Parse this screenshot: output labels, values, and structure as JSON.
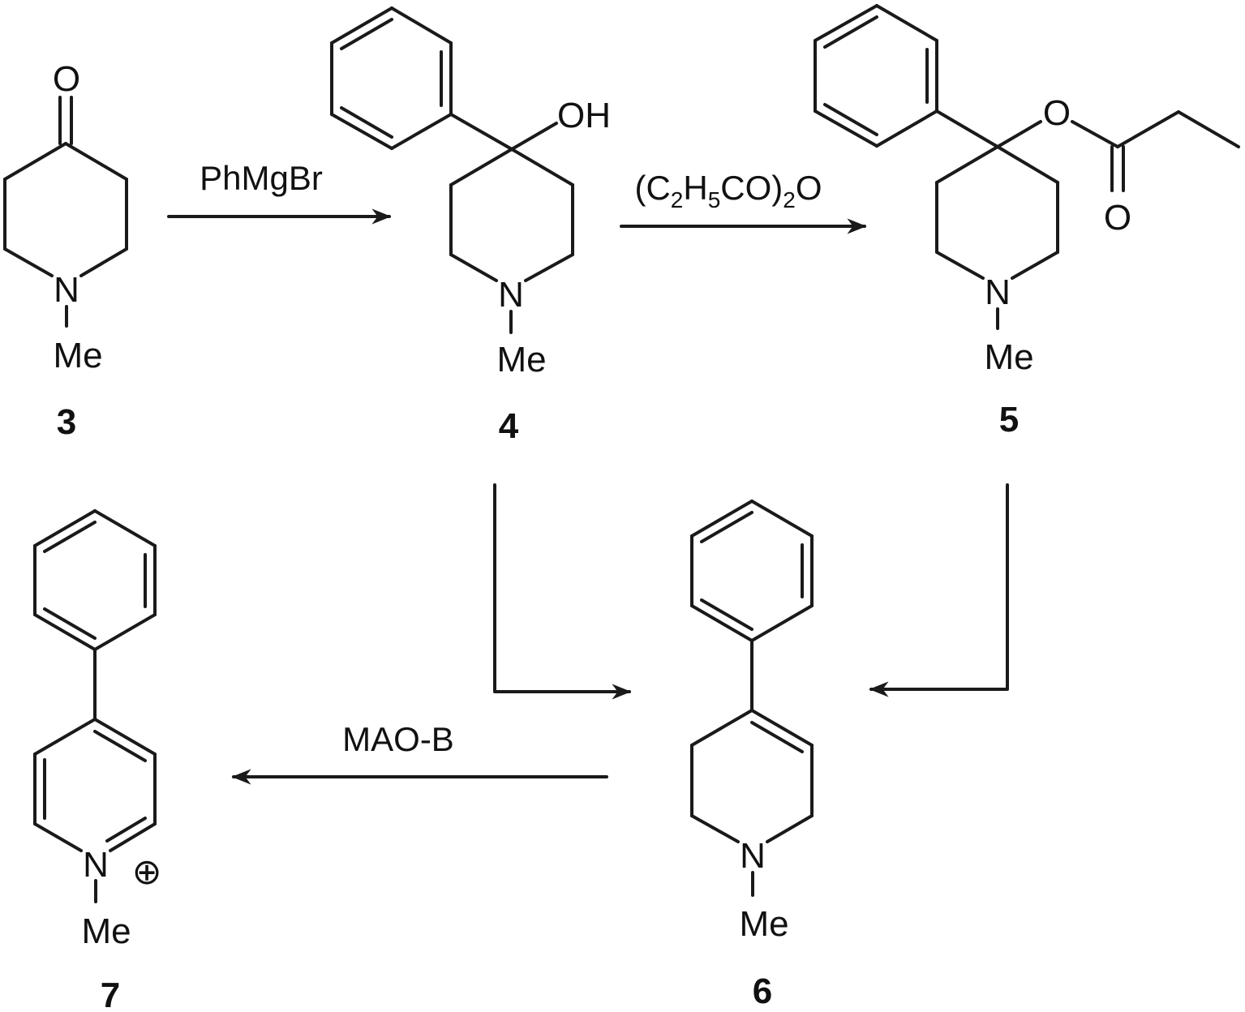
{
  "compounds": {
    "c3": {
      "number": "3",
      "atoms": {
        "oxygen": "O",
        "nitrogen": "N",
        "methyl": "Me"
      }
    },
    "c4": {
      "number": "4",
      "atoms": {
        "hydroxyl": "OH",
        "nitrogen": "N",
        "methyl": "Me"
      }
    },
    "c5": {
      "number": "5",
      "atoms": {
        "ester_oxygen": "O",
        "carbonyl_oxygen": "O",
        "nitrogen": "N",
        "methyl": "Me"
      }
    },
    "c6": {
      "number": "6",
      "atoms": {
        "nitrogen": "N",
        "methyl": "Me"
      }
    },
    "c7": {
      "number": "7",
      "atoms": {
        "nitrogen": "N",
        "methyl": "Me",
        "charge": "⊕"
      }
    }
  },
  "reagents": {
    "step1": "PhMgBr",
    "step2": {
      "open": "(C",
      "sub1": "2",
      "h": "H",
      "sub2": "5",
      "mid": "CO)",
      "sub3": "2",
      "end": "O"
    },
    "step3": "MAO-B"
  },
  "colors": {
    "ink": "#1a1a1a",
    "background": "#ffffff"
  }
}
